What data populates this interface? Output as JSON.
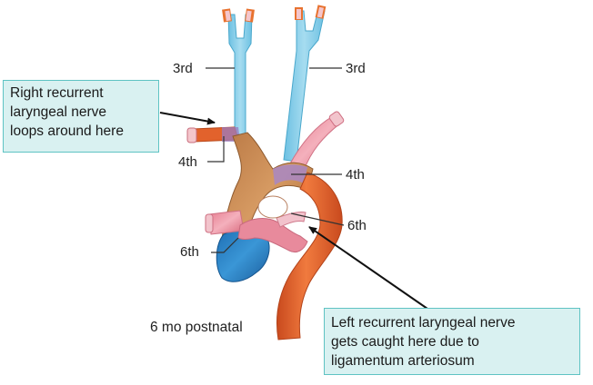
{
  "labels": {
    "third_left": "3rd",
    "third_right": "3rd",
    "fourth_left": "4th",
    "fourth_right": "4th",
    "sixth_right": "6th",
    "sixth_left": "6th"
  },
  "caption": "6 mo postnatal",
  "callout_right": {
    "lines": [
      "Right recurrent",
      "laryngeal nerve",
      "loops around here"
    ]
  },
  "callout_left": {
    "lines": [
      "Left recurrent laryngeal nerve",
      "gets caught here due to",
      "ligamentum arteriosum"
    ]
  },
  "colors": {
    "third_arch": "#8ecfe8",
    "fourth_arch": "#b07fb2",
    "sixth_arch": "#e8889a",
    "aorta": "#e2622c",
    "right_subclavian_base": "#c78a56",
    "pulmonary": "#2f84c6",
    "callout_fill": "#d9f1f1",
    "callout_border": "#5fc3c3"
  }
}
